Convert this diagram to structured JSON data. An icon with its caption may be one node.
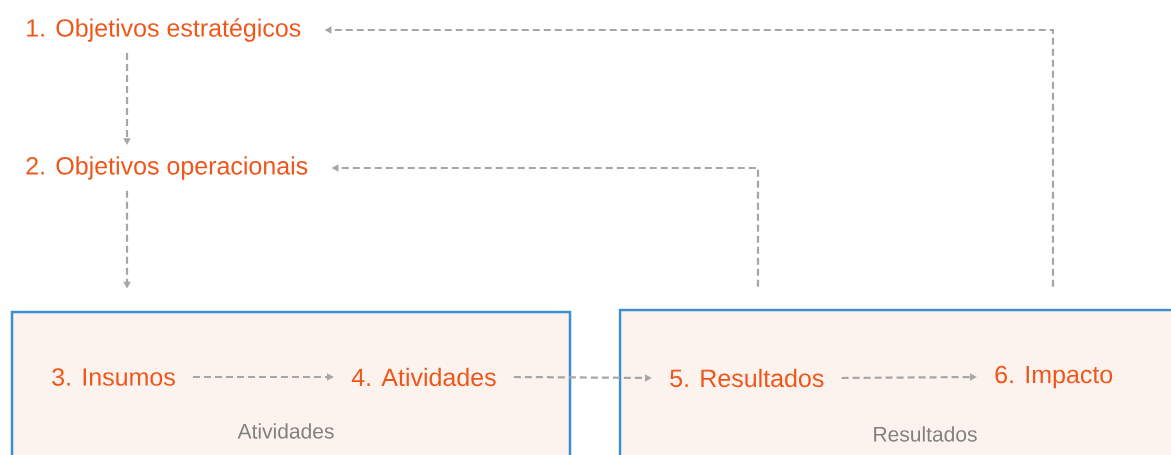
{
  "diagram": {
    "nodes": [
      {
        "text": [
          "1. Objetivos estratégicos"
        ]
      },
      {
        "text": [
          "2. Objetivos operacionais"
        ]
      },
      {
        "text": [
          "Atividades"
        ]
      },
      {
        "text": [
          "3. Insumos"
        ],
        "in": 2
      },
      {
        "text": [
          "4. Atividades"
        ],
        "in": 2
      },
      {
        "text": [
          "Resultados"
        ]
      },
      {
        "text": [
          "5. Resultados"
        ],
        "in": 5
      },
      {
        "text": [
          "6. Impacto"
        ],
        "in": 5
      }
    ],
    "edges": [
      {
        "from": 0,
        "to": 1,
        "arrow": "to",
        "style": "dashed"
      },
      {
        "from": 1,
        "to": 2,
        "arrow": "to",
        "style": "dashed"
      },
      {
        "from": 3,
        "to": 4,
        "arrow": "to",
        "style": "dashed"
      },
      {
        "from": 4,
        "to": 6,
        "arrow": "to",
        "style": "dashed"
      },
      {
        "from": 6,
        "to": 7,
        "arrow": "to",
        "style": "dashed"
      },
      {
        "from": 5,
        "to": 1,
        "arrow": "to",
        "style": "dashed"
      },
      {
        "from": 5,
        "to": 0,
        "arrow": "to",
        "style": "dashed"
      }
    ]
  }
}
